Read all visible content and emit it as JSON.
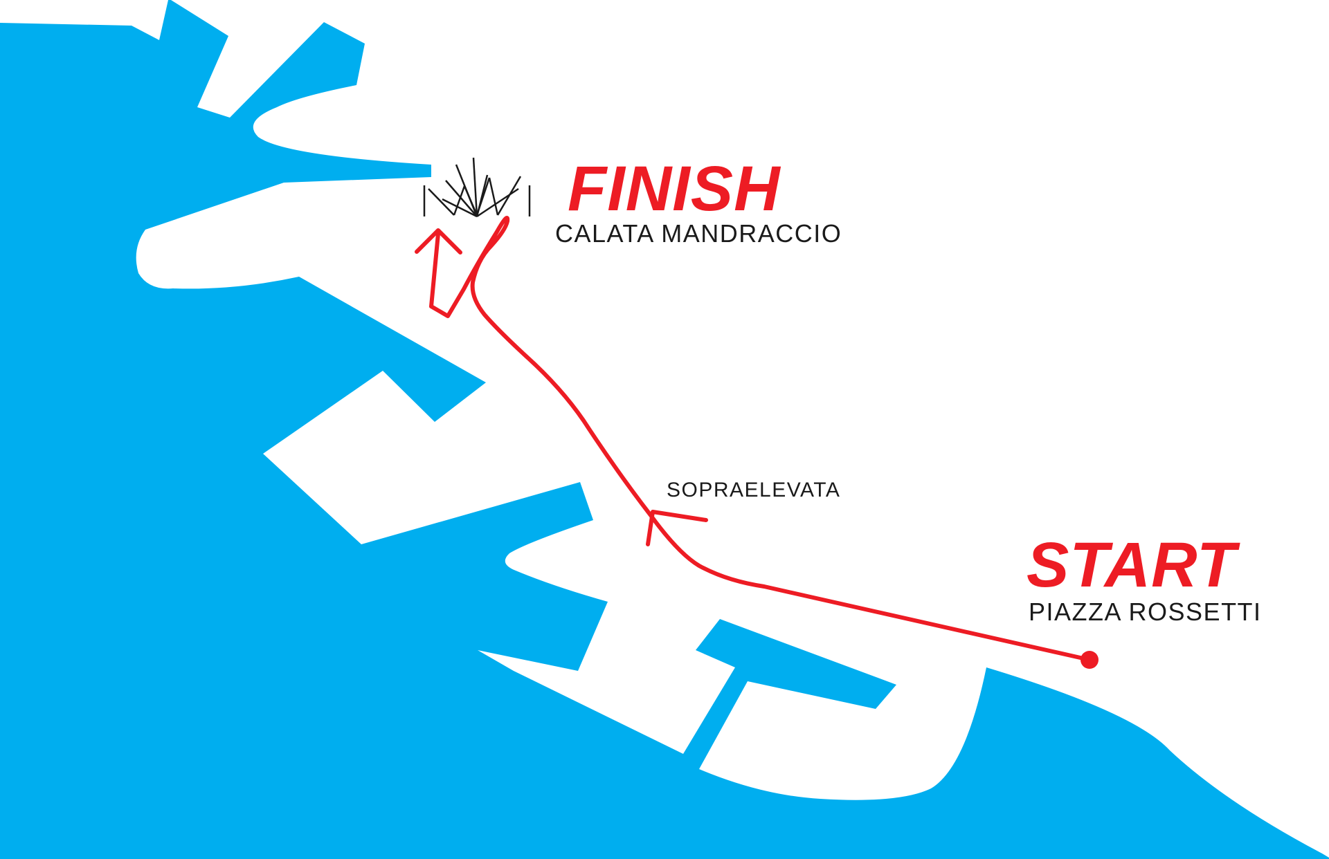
{
  "colors": {
    "sea": "#00AEEF",
    "land": "#FFFFFF",
    "route": "#ED1C24",
    "text_dark": "#1A1A1A",
    "finish_gate": "#1A1A1A"
  },
  "labels": {
    "finish_title": "FINISH",
    "finish_place": "CALATA MANDRACCIO",
    "start_title": "START",
    "start_place": "PIAZZA ROSSETTI",
    "waypoint": "SOPRAELEVATA"
  },
  "icons": {
    "finish_marker": "finish-gate-icon",
    "start_marker": "start-dot-icon",
    "direction_arrow": "route-arrow-icon"
  }
}
